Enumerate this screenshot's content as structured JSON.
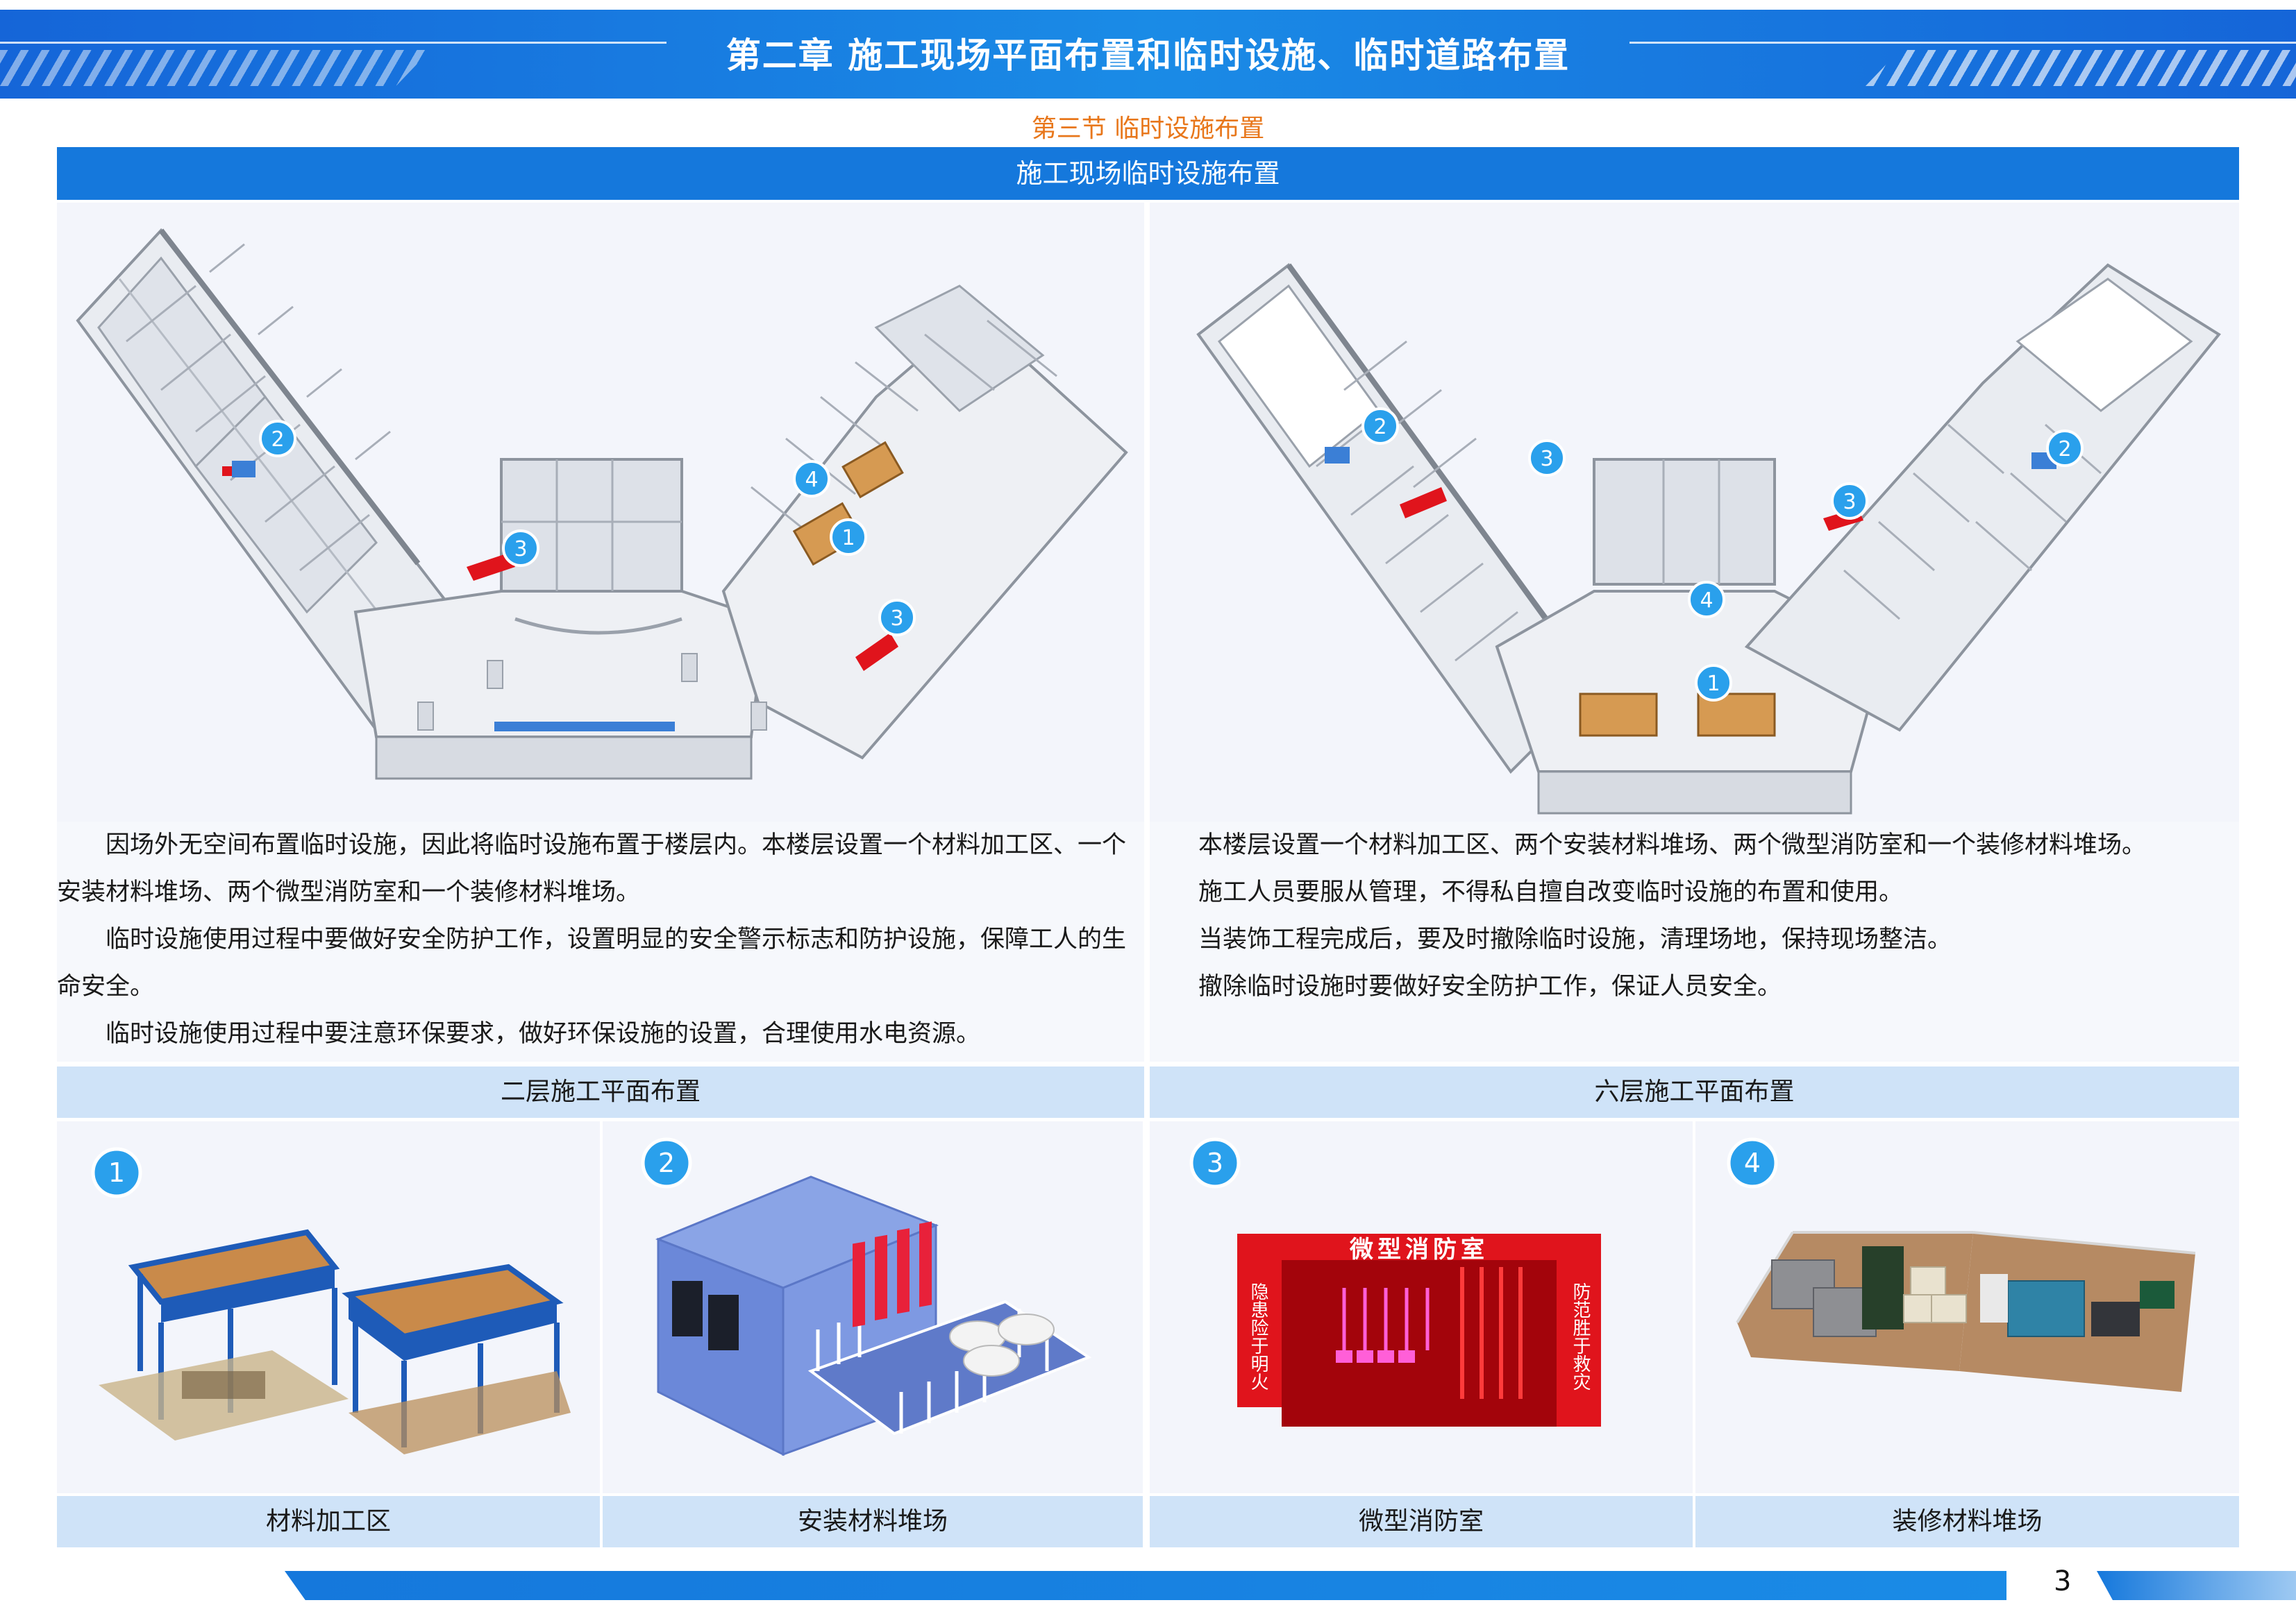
{
  "header": {
    "title": "第二章  施工现场平面布置和临时设施、临时道路布置"
  },
  "section_title": "第三节  临时设施布置",
  "banner": "施工现场临时设施布置",
  "plans": {
    "left_markers": [
      "2",
      "3",
      "4",
      "1",
      "3"
    ],
    "right_markers": [
      "2",
      "3",
      "3",
      "2",
      "4",
      "1"
    ]
  },
  "paragraphs": {
    "left": [
      "因场外无空间布置临时设施，因此将临时设施布置于楼层内。本楼层设置一个材料加工区、一个安装材料堆场、两个微型消防室和一个装修材料堆场。",
      "临时设施使用过程中要做好安全防护工作，设置明显的安全警示标志和防护设施，保障工人的生命安全。",
      "临时设施使用过程中要注意环保要求，做好环保设施的设置，合理使用水电资源。"
    ],
    "right": [
      "本楼层设置一个材料加工区、两个安装材料堆场、两个微型消防室和一个装修材料堆场。",
      "施工人员要服从管理，不得私自擅自改变临时设施的布置和使用。",
      "当装饰工程完成后，要及时撤除临时设施，清理场地，保持现场整洁。",
      "撤除临时设施时要做好安全防护工作，保证人员安全。"
    ]
  },
  "floor_labels": {
    "left": "二层施工平面布置",
    "right": "六层施工平面布置"
  },
  "facilities": [
    {
      "number": "1",
      "label": "材料加工区"
    },
    {
      "number": "2",
      "label": "安装材料堆场"
    },
    {
      "number": "3",
      "label": "微型消防室"
    },
    {
      "number": "4",
      "label": "装修材料堆场"
    }
  ],
  "fire_room_sign": {
    "title": "微型消防室",
    "left_vertical": "隐患险于明火",
    "right_vertical": "防范胜于救灾"
  },
  "page_number": "3",
  "colors": {
    "primary_blue": "#1578dc",
    "light_blue": "#cfe3f8",
    "section_orange": "#e8771b",
    "marker_blue": "#2aa0ec",
    "fire_red": "#e0141c"
  }
}
